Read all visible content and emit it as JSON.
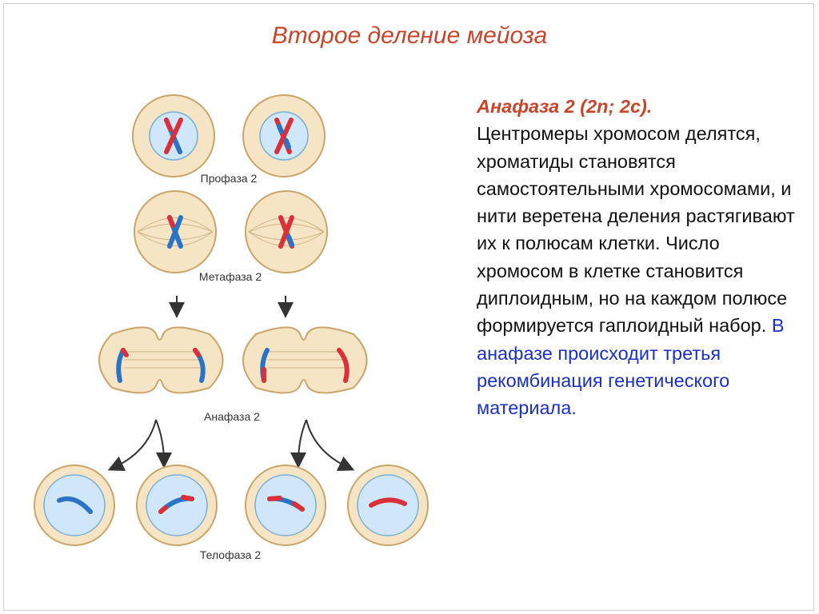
{
  "slide": {
    "title": "Второе деление мейоза"
  },
  "diagram": {
    "labels": {
      "prophase": "Профаза 2",
      "metaphase": "Метафаза 2",
      "anaphase": "Анафаза 2",
      "telophase": "Телофаза 2"
    },
    "colors": {
      "cell_fill": "#f6e5c4",
      "cell_border": "#c9a56b",
      "nucleus_fill": "#cfe7f8",
      "chromosome_blue": "#2a73c6",
      "chromosome_red": "#d9303a",
      "arrow": "#333333"
    }
  },
  "text": {
    "heading": "Анафаза 2 (2n; 2c).",
    "body": "Центромеры хромосом делятся, хроматиды становятся самостоятельными хромосомами, и нити веретена деления растягивают их к полюсам клетки. Число хромосом в клетке становится диплоидным, но на каждом полюсе формируется гаплоидный набор.",
    "highlight": "В анафазе происходит третья рекомбинация генетического материала."
  }
}
